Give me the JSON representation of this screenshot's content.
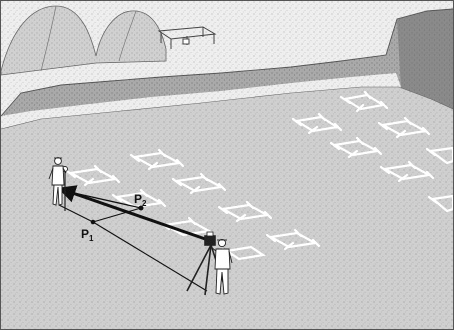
{
  "labels": {
    "p1": {
      "main": "P",
      "sub": "1"
    },
    "p2": {
      "main": "P",
      "sub": "2"
    }
  },
  "colors": {
    "rim_surface": "#eeeeee",
    "pit_floor": "#cfcfcf",
    "pit_wall": "#a9a9a9",
    "pit_wall_dark": "#8a8a8a",
    "grid_marking": "#ffffff",
    "ink": "#111111"
  },
  "objects": [
    "mound-icon",
    "tripod-frame-icon",
    "excavation-pit",
    "stake-grid-marking",
    "surveyor-with-reflector-icon",
    "surveyor-with-instrument-icon",
    "tripod-icon",
    "measurement-line"
  ]
}
